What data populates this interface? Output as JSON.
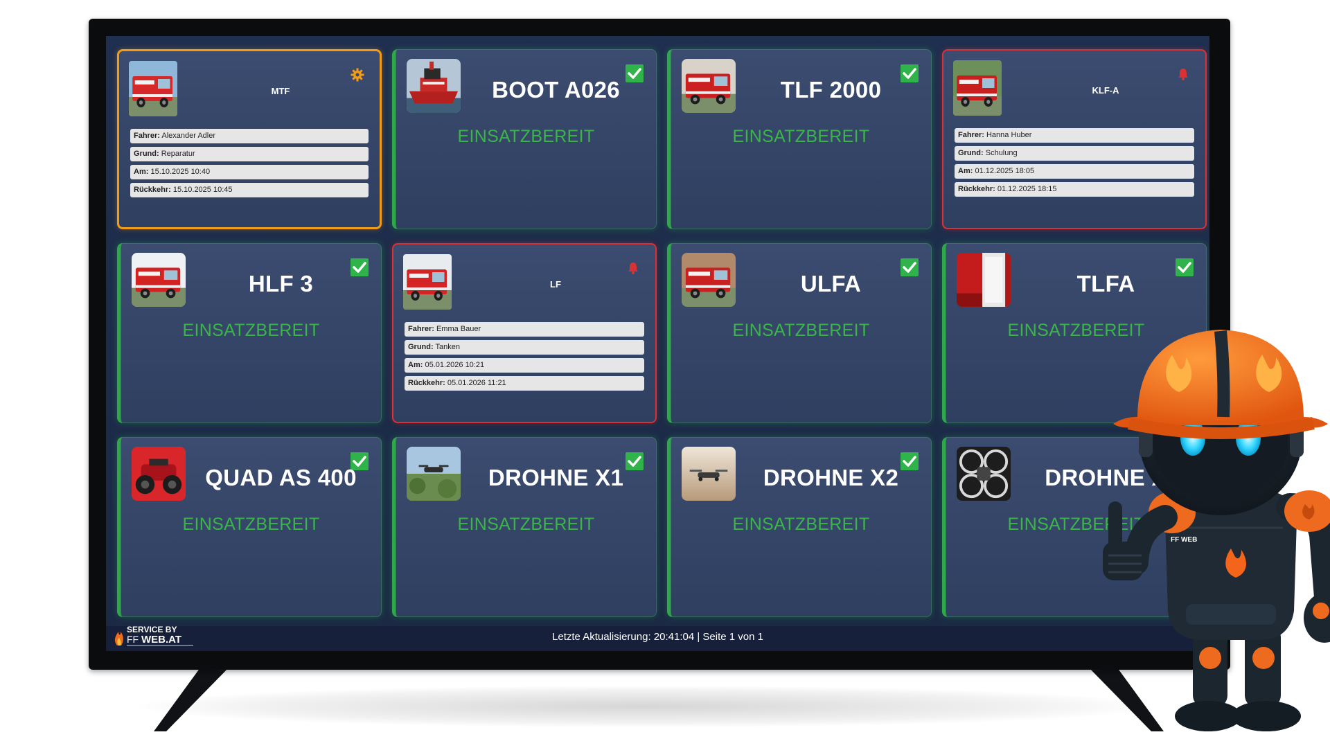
{
  "vehicles": [
    {
      "name": "MTF",
      "state": "warn",
      "icon": "gear-icon",
      "thumb": "fire-van",
      "details": [
        {
          "label": "Fahrer:",
          "value": "Alexander Adler"
        },
        {
          "label": "Grund:",
          "value": "Reparatur"
        },
        {
          "label": "Am:",
          "value": "15.10.2025 10:40"
        },
        {
          "label": "Rückkehr:",
          "value": "15.10.2025 10:45"
        }
      ]
    },
    {
      "name": "BOOT A026",
      "state": "ready",
      "status": "EINSATZBEREIT",
      "icon": "check-icon",
      "thumb": "fire-boat"
    },
    {
      "name": "TLF 2000",
      "state": "ready",
      "status": "EINSATZBEREIT",
      "icon": "check-icon",
      "thumb": "fire-truck"
    },
    {
      "name": "KLF-A",
      "state": "alarm",
      "icon": "bell-icon",
      "thumb": "fire-truck-unimog",
      "details": [
        {
          "label": "Fahrer:",
          "value": "Hanna Huber"
        },
        {
          "label": "Grund:",
          "value": "Schulung"
        },
        {
          "label": "Am:",
          "value": "01.12.2025 18:05"
        },
        {
          "label": "Rückkehr:",
          "value": "01.12.2025 18:15"
        }
      ]
    },
    {
      "name": "HLF 3",
      "state": "ready",
      "status": "EINSATZBEREIT",
      "icon": "check-icon",
      "thumb": "fire-truck-white"
    },
    {
      "name": "LF",
      "state": "alarm",
      "icon": "bell-icon",
      "thumb": "fire-truck-front",
      "details": [
        {
          "label": "Fahrer:",
          "value": "Emma Bauer"
        },
        {
          "label": "Grund:",
          "value": "Tanken"
        },
        {
          "label": "Am:",
          "value": "05.01.2026 10:21"
        },
        {
          "label": "Rückkehr:",
          "value": "05.01.2026 11:21"
        }
      ]
    },
    {
      "name": "ULFA",
      "state": "ready",
      "status": "EINSATZBEREIT",
      "icon": "check-icon",
      "thumb": "fire-truck-side"
    },
    {
      "name": "TLFA",
      "state": "ready",
      "status": "EINSATZBEREIT",
      "icon": "check-icon",
      "thumb": "fire-truck-close"
    },
    {
      "name": "QUAD AS 400",
      "state": "ready",
      "status": "EINSATZBEREIT",
      "icon": "check-icon",
      "thumb": "quad"
    },
    {
      "name": "DROHNE X1",
      "state": "ready",
      "status": "EINSATZBEREIT",
      "icon": "check-icon",
      "thumb": "drone-landscape"
    },
    {
      "name": "DROHNE X2",
      "state": "ready",
      "status": "EINSATZBEREIT",
      "icon": "check-icon",
      "thumb": "drone-sunset"
    },
    {
      "name": "DROHNE X",
      "state": "ready",
      "status": "EINSATZBEREIT",
      "icon": "check-icon",
      "thumb": "drone-frame"
    }
  ],
  "footer": {
    "text": "Letzte Aktualisierung: 20:41:04 | Seite 1 von 1"
  },
  "logo": {
    "line1": "SERVICE BY",
    "line2_prefix": "FF",
    "line2_suffix": "WEB.AT"
  },
  "mascot": {
    "badge": "FF WEB"
  },
  "colors": {
    "ready": "#3bb54a",
    "warn": "#f29c15",
    "alarm": "#d93232",
    "card": "#34456a",
    "screen": "#1b2a46"
  }
}
